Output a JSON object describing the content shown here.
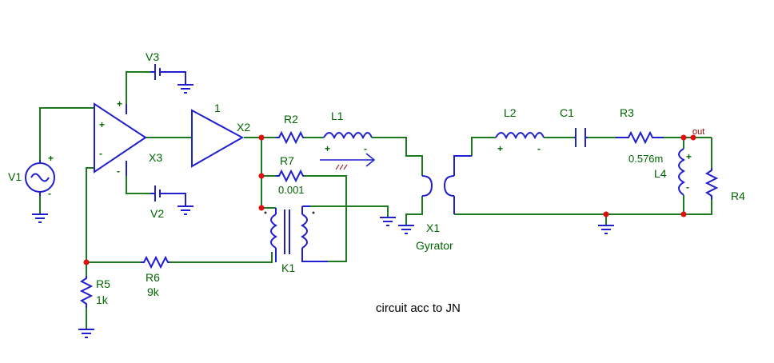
{
  "diagram_title": "circuit acc to JN",
  "components": {
    "V1": "V1",
    "V2": "V2",
    "V3": "V3",
    "X2": "X2",
    "X2_gain": "1",
    "X3": "X3",
    "R2": "R2",
    "R3": "R3",
    "R4": "R4",
    "R5": "R5",
    "R5_value": "1k",
    "R6": "R6",
    "R6_value": "9k",
    "R7": "R7",
    "R7_value": "0.001",
    "L1": "L1",
    "L2": "L2",
    "L4": "L4",
    "L4_value": "0.576m",
    "C1": "C1",
    "K1": "K1",
    "X1": "X1",
    "X1_type": "Gyrator"
  },
  "net_labels": {
    "out": "out"
  },
  "signs": {
    "plus": "+",
    "minus": "-"
  },
  "colors": {
    "wire": "#1e7a1e",
    "component": "#1f1fd0",
    "node": "#e01010",
    "label": "#006400"
  }
}
